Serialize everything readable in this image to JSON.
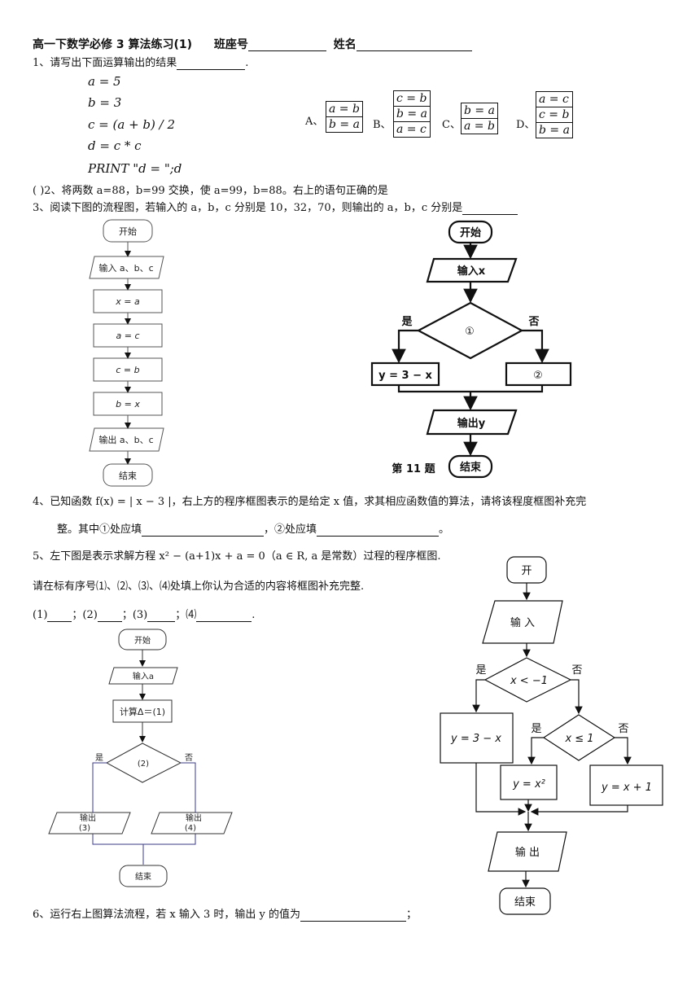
{
  "header": {
    "title": "高一下数学必修 3 算法练习(1)",
    "class_label": "班座号",
    "name_label": "姓名"
  },
  "q1": {
    "prompt": "1、请写出下面运算输出的结果",
    "code": [
      "a = 5",
      "b = 3",
      "c = (a + b) / 2",
      "d = c * c",
      "PRINT  \"d = \";d"
    ],
    "options": [
      {
        "label": "A、",
        "lines": [
          "a = b",
          "b = a"
        ]
      },
      {
        "label": "B、",
        "lines": [
          "c = b",
          "b = a",
          "a = c"
        ]
      },
      {
        "label": "C、",
        "lines": [
          "b = a",
          "a = b"
        ]
      },
      {
        "label": "D、",
        "lines": [
          "a = c",
          "c = b",
          "b = a"
        ]
      }
    ]
  },
  "q2": {
    "text": "(       )2、将两数 a=88，b=99 交换，使 a=99，b=88。右上的语句正确的是"
  },
  "q3": {
    "text": "3、阅读下图的流程图，若输入的 a，b，c 分别是 10，32，70，则输出的 a，b，c 分别是"
  },
  "flow_left": {
    "start": "开始",
    "input": "输入 a、b、c",
    "steps": [
      "x = a",
      "a = c",
      "c = b",
      "b = x"
    ],
    "output": "输出 a、b、c",
    "end": "结束"
  },
  "flow_right": {
    "start": "开始",
    "input": "输入x",
    "cond": "①",
    "yes": "是",
    "no": "否",
    "left_box": "y = 3 − x",
    "right_box": "②",
    "output": "输出y",
    "caption": "第 11 题",
    "end": "结束"
  },
  "q4": {
    "line1": "4、已知函数 f(x) = | x − 3 |，右上方的程序框图表示的是给定 x 值，求其相应函数值的算法，请将该程度框图补充完",
    "line2_a": "整。其中①处应填",
    "line2_b": "，②处应填",
    "line2_c": "。"
  },
  "q5": {
    "line1": "5、左下图是表示求解方程 x² − (a+1)x + a = 0（a ∈ R, a 是常数）过程的程序框图.",
    "line2": "请在标有序号⑴、⑵、⑶、⑷处填上你认为合适的内容将框图补充完整.",
    "blanks": [
      "(1)",
      "；(2)",
      "；(3)",
      "；⑷",
      "."
    ]
  },
  "flow_bottom_left": {
    "start": "开始",
    "input": "输入a",
    "calc": "计算Δ＝(1)",
    "cond": "(2)",
    "yes": "是",
    "no": "否",
    "out_label": "输出",
    "out_left": "(3)",
    "out_right": "(4)",
    "end": "结束"
  },
  "flow_bottom_right": {
    "start": "开",
    "input": "输 入",
    "cond1": "x < −1",
    "cond2": "x ≤ 1",
    "yes": "是",
    "no": "否",
    "box1": "y = 3 − x",
    "box2": "y = x²",
    "box3": "y = x + 1",
    "output": "输 出",
    "end": "结束"
  },
  "q6": {
    "text": "6、运行右上图算法流程，若 x 输入 3 时，输出 y 的值为",
    "end": "；"
  }
}
